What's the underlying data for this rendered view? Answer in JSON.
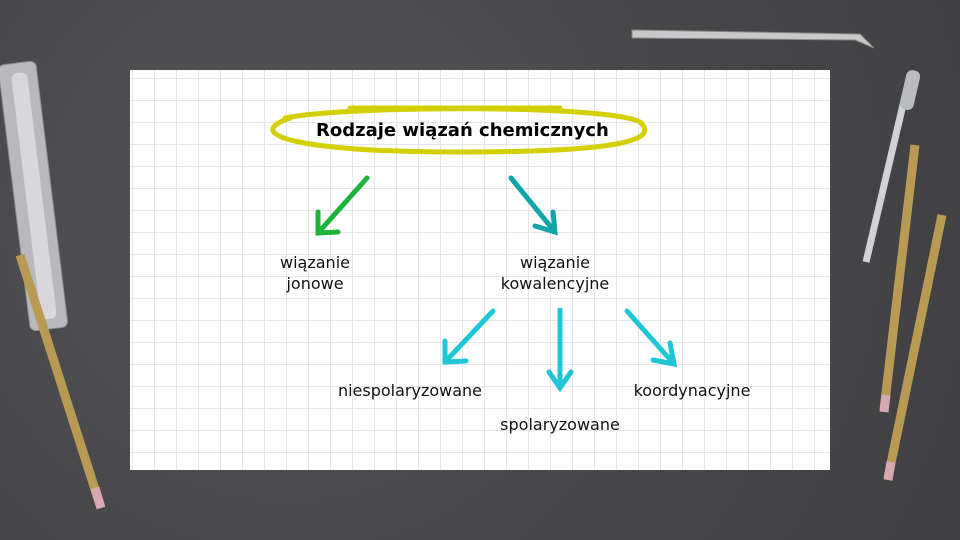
{
  "title": "Rodzaje wiązań chemicznych",
  "nodes": {
    "ionic": [
      "wiązanie",
      "jonowe"
    ],
    "covalent": [
      "wiązanie",
      "kowalencyjne"
    ],
    "nonpolar": "niespolaryzowane",
    "polar": "spolaryzowane",
    "coordinate": "koordynacyjne"
  },
  "colors": {
    "highlight": "#d4cf00",
    "ionic_arrow": "#1bb33a",
    "covalent_arrow": "#12a3ab",
    "sub_arrow": "#1ec6d6"
  }
}
